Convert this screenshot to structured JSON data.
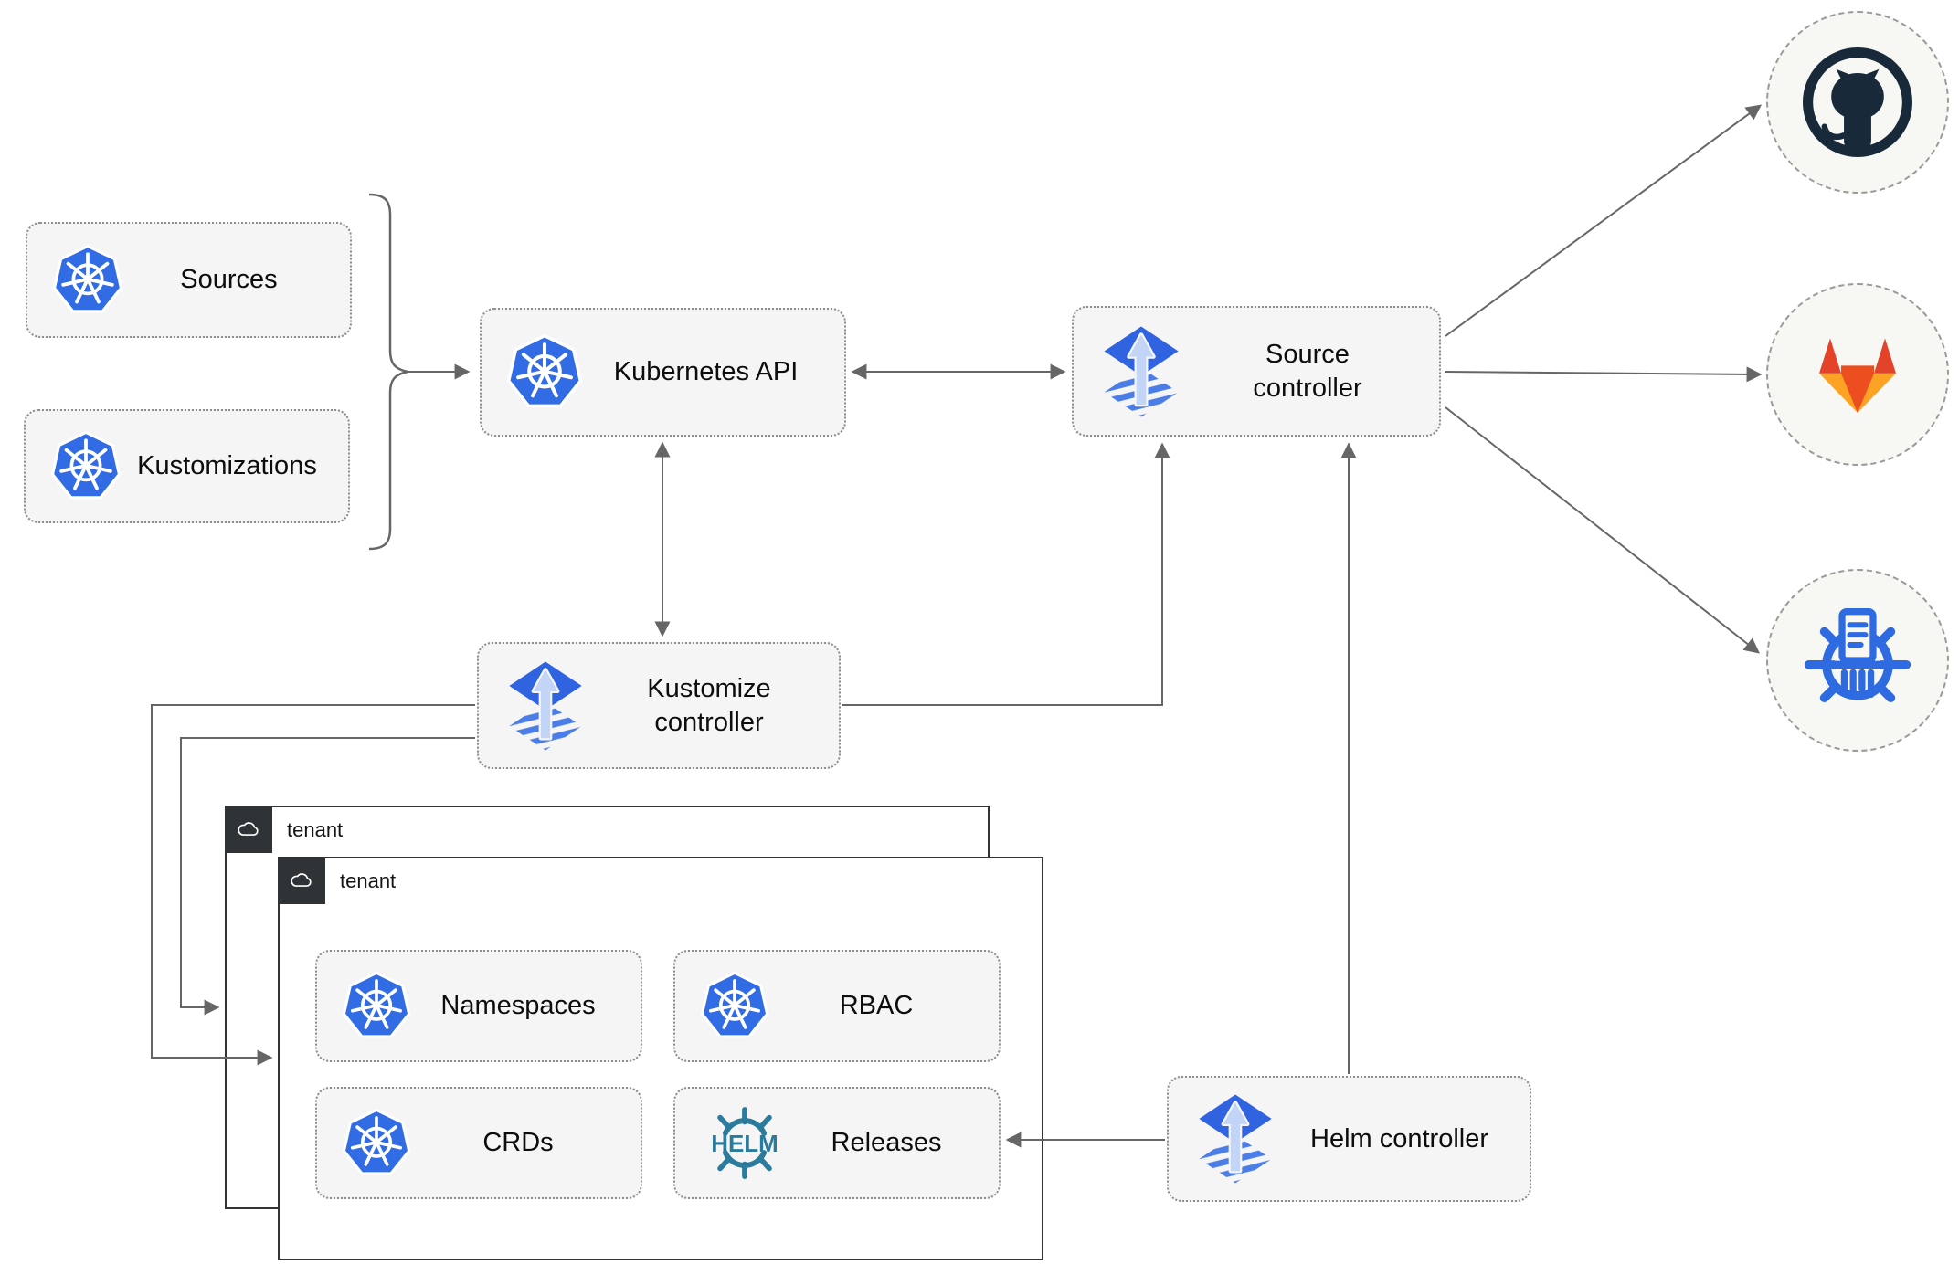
{
  "nodes": {
    "sources": {
      "label": "Sources"
    },
    "kustomizations": {
      "label": "Kustomizations"
    },
    "kubernetes_api": {
      "label": "Kubernetes API"
    },
    "source_controller": {
      "label": "Source controller"
    },
    "kustomize_controller": {
      "label": "Kustomize controller"
    },
    "helm_controller": {
      "label": "Helm controller"
    },
    "namespaces": {
      "label": "Namespaces"
    },
    "rbac": {
      "label": "RBAC"
    },
    "crds": {
      "label": "CRDs"
    },
    "releases": {
      "label": "Releases"
    },
    "tenant_back": {
      "label": "tenant"
    },
    "tenant_front": {
      "label": "tenant"
    }
  },
  "icons": {
    "helm_logo_text": "HELM",
    "kubernetes": "kubernetes-wheel-icon",
    "flux": "flux-gitops-icon",
    "helm": "helm-wheel-icon",
    "github": "github-octocat-icon",
    "gitlab": "gitlab-tanuki-icon",
    "chart_repository": "chartmuseum-icon",
    "cloud": "cloud-icon"
  },
  "edges": [
    {
      "from": "sources_and_kustomizations",
      "to": "kubernetes_api",
      "type": "arrow"
    },
    {
      "from": "kubernetes_api",
      "to": "source_controller",
      "type": "double-arrow"
    },
    {
      "from": "kubernetes_api",
      "to": "kustomize_controller",
      "type": "double-arrow"
    },
    {
      "from": "kustomize_controller",
      "to": "source_controller",
      "type": "arrow"
    },
    {
      "from": "helm_controller",
      "to": "source_controller",
      "type": "arrow"
    },
    {
      "from": "helm_controller",
      "to": "releases",
      "type": "arrow"
    },
    {
      "from": "kustomize_controller",
      "to": "tenant_front",
      "type": "arrow"
    },
    {
      "from": "kustomize_controller",
      "to": "tenant_back",
      "type": "arrow"
    },
    {
      "from": "source_controller",
      "to": "github",
      "type": "arrow"
    },
    {
      "from": "source_controller",
      "to": "gitlab",
      "type": "arrow"
    },
    {
      "from": "source_controller",
      "to": "chart_repository",
      "type": "arrow"
    }
  ],
  "colors": {
    "kubernetes_blue": "#326ce5",
    "flux_blue": "#2f63e0",
    "flux_arrow": "#c3d5f6",
    "helm_teal": "#2b7b9c",
    "github_dark": "#18293a",
    "gitlab_red": "#e24329",
    "gitlab_orange": "#ec4e20",
    "gitlab_yellow": "#fca326",
    "chartmuseum_blue": "#2f6be0",
    "node_fill": "#f5f5f5",
    "node_border": "#8c8c8c",
    "wire_gray": "#666666",
    "tenant_border": "#333333",
    "badge_bg": "#2f3336",
    "circle_fill": "#f7f7f4"
  }
}
